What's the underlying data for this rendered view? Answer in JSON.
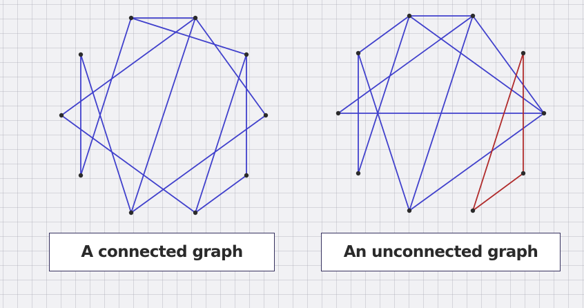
{
  "colors": {
    "edge": "#4040cc",
    "highlight_edge": "#b02a2a",
    "node": "#2b2b2b",
    "caption_border": "#35305e",
    "caption_text": "#2a2a2a"
  },
  "graphs": [
    {
      "id": "connected",
      "caption": "A connected graph",
      "nodes": [
        "top-left",
        "top-right",
        "upper-left",
        "upper-right",
        "left",
        "right",
        "lower-left",
        "lower-right",
        "bottom-left",
        "bottom-right"
      ],
      "edges": [
        [
          "top-left",
          "top-right"
        ],
        [
          "top-left",
          "upper-right"
        ],
        [
          "top-left",
          "lower-left"
        ],
        [
          "top-right",
          "left"
        ],
        [
          "top-right",
          "bottom-left"
        ],
        [
          "top-right",
          "right"
        ],
        [
          "upper-left",
          "lower-left"
        ],
        [
          "upper-left",
          "bottom-left"
        ],
        [
          "upper-right",
          "bottom-right"
        ],
        [
          "upper-right",
          "lower-right"
        ],
        [
          "left",
          "bottom-right"
        ],
        [
          "right",
          "bottom-left"
        ],
        [
          "lower-right",
          "bottom-right"
        ]
      ],
      "highlighted_edges": []
    },
    {
      "id": "unconnected",
      "caption": "An unconnected graph",
      "nodes": [
        "top-left",
        "top-right",
        "upper-left",
        "upper-right",
        "left",
        "right",
        "lower-left",
        "lower-right",
        "bottom-left",
        "bottom-right"
      ],
      "edges": [
        [
          "top-left",
          "top-right"
        ],
        [
          "top-left",
          "upper-left"
        ],
        [
          "top-left",
          "lower-left"
        ],
        [
          "top-left",
          "right"
        ],
        [
          "top-right",
          "left"
        ],
        [
          "top-right",
          "right"
        ],
        [
          "top-right",
          "bottom-left"
        ],
        [
          "upper-left",
          "lower-left"
        ],
        [
          "upper-left",
          "bottom-left"
        ],
        [
          "left",
          "right"
        ],
        [
          "right",
          "bottom-left"
        ]
      ],
      "highlighted_edges": [
        [
          "upper-right",
          "lower-right"
        ],
        [
          "upper-right",
          "bottom-right"
        ],
        [
          "lower-right",
          "bottom-right"
        ]
      ]
    }
  ]
}
